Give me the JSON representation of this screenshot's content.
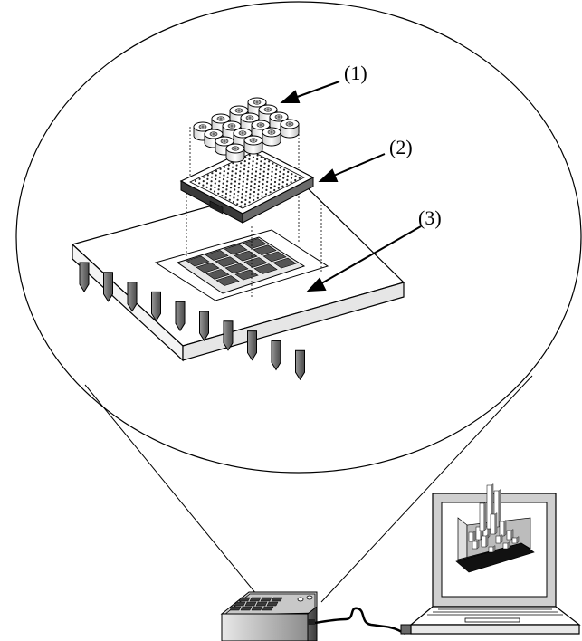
{
  "labels": {
    "label1": "(1)",
    "label2": "(2)",
    "label3": "(3)"
  },
  "colors": {
    "outline": "#000000",
    "dark_gray": "#5a5a5a",
    "mid_gray": "#9a9a9a",
    "light_gray": "#d4d4d4",
    "screen_gray": "#cfcfcf"
  }
}
